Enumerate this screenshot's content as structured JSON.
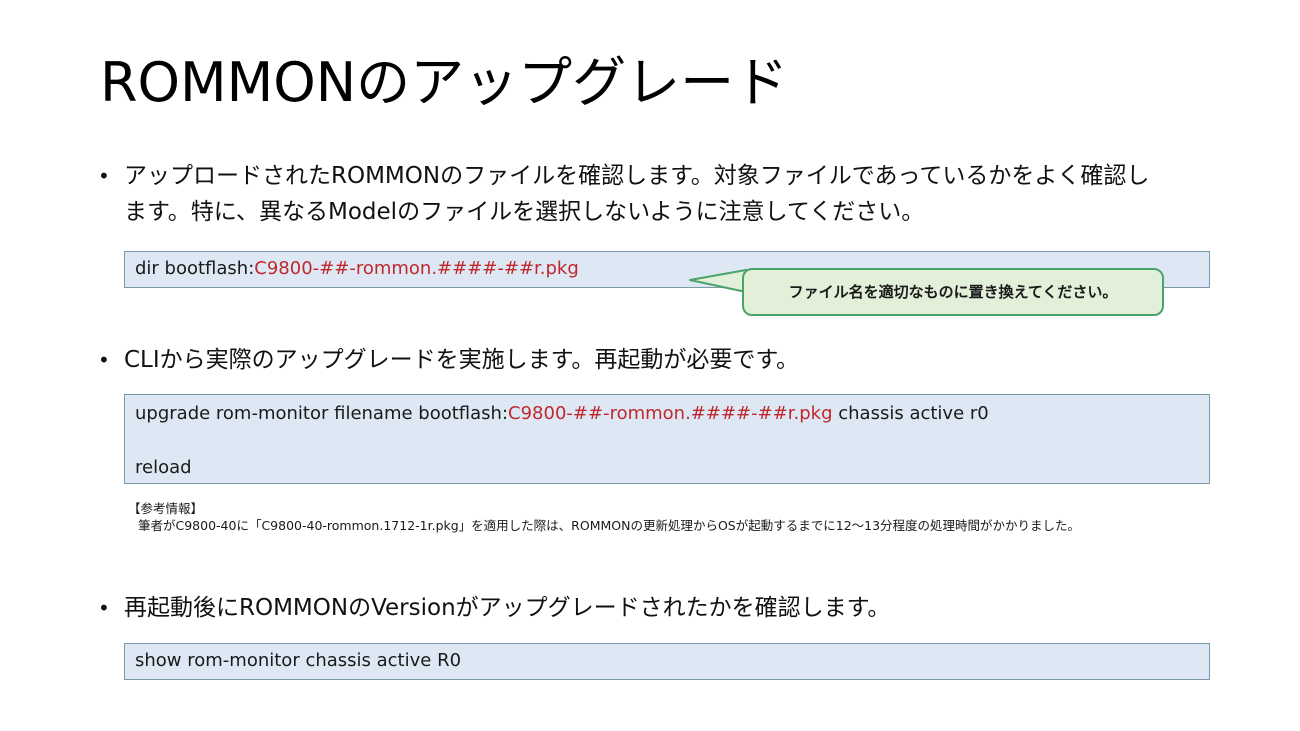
{
  "slide": {
    "title": "ROMMONのアップグレード"
  },
  "bullets": [
    {
      "marker": "•",
      "lines": [
        "アップロードされたROMMONのファイルを確認します。対象ファイルであっているかをよく確認し",
        "ます。特に、異なるModelのファイルを選択しないように注意してください。"
      ]
    },
    {
      "marker": "•",
      "lines": [
        "CLIから実際のアップグレードを実施します。再起動が必要です。"
      ]
    },
    {
      "marker": "•",
      "lines": [
        "再起動後にROMMONのVersionがアップグレードされたかを確認します。"
      ]
    }
  ],
  "code_blocks": [
    {
      "lines": [
        {
          "prefix": "dir bootflash:",
          "highlight": "C9800-##-rommon.####-##r.pkg",
          "suffix": ""
        }
      ]
    },
    {
      "lines": [
        {
          "prefix": "upgrade rom-monitor filename bootflash:",
          "highlight": "C9800-##-rommon.####-##r.pkg",
          "suffix": " chassis active r0"
        },
        {
          "prefix": "",
          "highlight": "",
          "suffix": ""
        },
        {
          "prefix": "reload",
          "highlight": "",
          "suffix": ""
        }
      ]
    },
    {
      "lines": [
        {
          "prefix": "show rom-monitor chassis active R0",
          "highlight": "",
          "suffix": ""
        }
      ]
    }
  ],
  "callout": {
    "text": "ファイル名を適切なものに置き換えてください。"
  },
  "reference": {
    "heading": "【参考情報】",
    "body": "筆者がC9800-40に「C9800-40-rommon.1712-1r.pkg」を適用した際は、ROMMONの更新処理からOSが起動するまでに12～13分程度の処理時間がかかりました。"
  },
  "colors": {
    "code_background": "#dde8f4",
    "code_border": "#7a9aa8",
    "highlight_red": "#c0282e",
    "callout_background": "#e2efd9",
    "callout_border": "#4ca36a"
  }
}
